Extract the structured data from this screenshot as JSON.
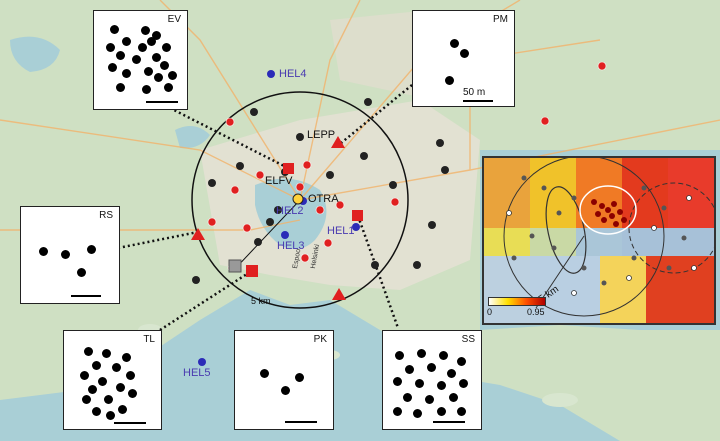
{
  "map": {
    "scale_label": "5 km",
    "site_labels": {
      "lepp": "LEPP",
      "elfv": "ELFV",
      "otra": "OTRA",
      "hel1": "HEL1",
      "hel2": "HEL2",
      "hel3": "HEL3",
      "hel4": "HEL4",
      "hel5": "HEL5"
    },
    "place_names": {
      "espoo": "Espoo",
      "helsinki": "Helsinki"
    },
    "colors": {
      "black_site": "#222222",
      "red_site": "#e02020",
      "blue_site": "#2b2bb8",
      "label_blue": "#4a3bb0"
    }
  },
  "insets": {
    "ev": {
      "label": "EV"
    },
    "pm": {
      "label": "PM",
      "scale_label": "50 m"
    },
    "rs": {
      "label": "RS"
    },
    "tl": {
      "label": "TL"
    },
    "pk": {
      "label": "PK"
    },
    "ss": {
      "label": "SS"
    }
  },
  "heatmap_inset": {
    "scale_label": "5 km",
    "colorbar_min": "0",
    "colorbar_max": "0.95"
  }
}
